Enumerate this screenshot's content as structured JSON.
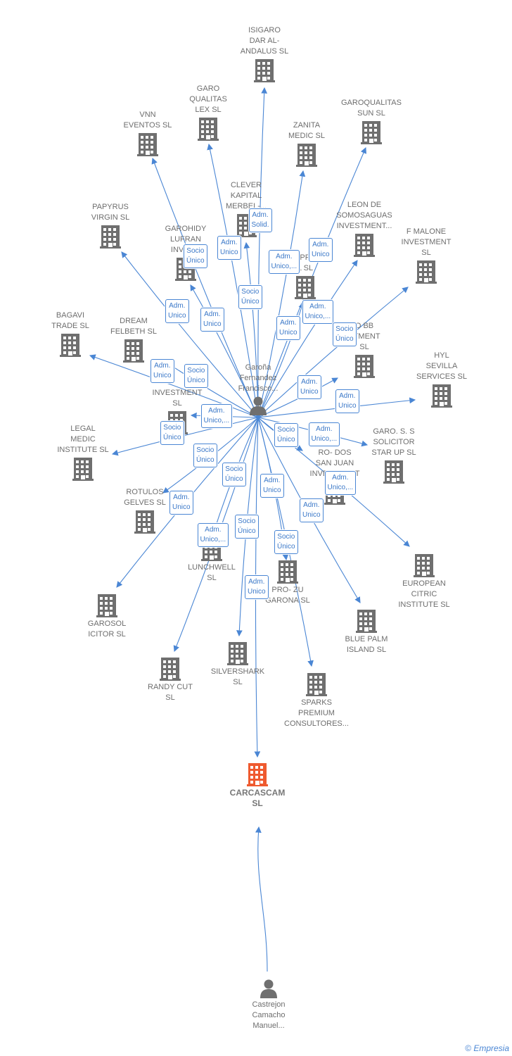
{
  "colors": {
    "building": "#6f6f6f",
    "target": "#ef5a2f",
    "person": "#6f6f6f",
    "edge": "#4a86d4"
  },
  "nodes": [
    {
      "id": "isigaro",
      "type": "company",
      "label": "ISIGARO DAR AL- ANDALUS SL",
      "lines": [
        "ISIGARO",
        "DAR AL-",
        "ANDALUS  SL"
      ]
    },
    {
      "id": "garo_qualitas",
      "type": "company",
      "label": "GARO QUALITAS LEX SL",
      "lines": [
        "GARO",
        "QUALITAS",
        "LEX  SL"
      ]
    },
    {
      "id": "vnn",
      "type": "company",
      "label": "VNN EVENTOS SL",
      "lines": [
        "VNN",
        "EVENTOS  SL"
      ]
    },
    {
      "id": "zanita",
      "type": "company",
      "label": "ZANITA MEDIC SL",
      "lines": [
        "ZANITA",
        "MEDIC  SL"
      ]
    },
    {
      "id": "garoqualitas_sun",
      "type": "company",
      "label": "GAROQUALITAS SUN SL",
      "lines": [
        "GAROQUALITAS",
        "SUN  SL"
      ]
    },
    {
      "id": "clever",
      "type": "company",
      "label": "CLEVER KAPITAL MERBEL-...",
      "lines": [
        "CLEVER",
        "KAPITAL",
        "MERBEL-..."
      ]
    },
    {
      "id": "papyrus",
      "type": "company",
      "label": "PAPYRUS VIRGIN SL",
      "lines": [
        "PAPYRUS",
        "VIRGIN  SL"
      ]
    },
    {
      "id": "leon",
      "type": "company",
      "label": "LEON DE SOMOSAGUAS INVESTMENT...",
      "lines": [
        "LEON DE",
        "SOMOSAGUAS",
        "INVESTMENT..."
      ]
    },
    {
      "id": "garohidy",
      "type": "company",
      "label": "GAROHIDY LUFRAN INVES...",
      "lines": [
        "GAROHIDY",
        "LUFRAN",
        "INVES..."
      ]
    },
    {
      "id": "pr",
      "type": "company",
      "label": "PR... L SL",
      "lines": [
        "PR",
        "L  SL"
      ]
    },
    {
      "id": "fmalone",
      "type": "company",
      "label": "F MALONE INVESTMENT SL",
      "lines": [
        "F MALONE",
        "INVESTMENT",
        "SL"
      ]
    },
    {
      "id": "bagavi",
      "type": "company",
      "label": "BAGAVI TRADE SL",
      "lines": [
        "BAGAVI",
        "TRADE  SL"
      ]
    },
    {
      "id": "dream",
      "type": "company",
      "label": "DREAM FELBETH SL",
      "lines": [
        "DREAM",
        "FELBETH  SL"
      ]
    },
    {
      "id": "bb",
      "type": "company",
      "label": "...O BB ...STMENT SL",
      "lines": [
        "O BB",
        "STMENT",
        "SL"
      ]
    },
    {
      "id": "hyl",
      "type": "company",
      "label": "HYL SEVILLA SERVICES SL",
      "lines": [
        "HYL",
        "SEVILLA",
        "SERVICES  SL"
      ]
    },
    {
      "id": "investment_sl",
      "type": "company",
      "label": "INVESTMENT SL",
      "lines": [
        "INVESTMENT",
        "SL"
      ]
    },
    {
      "id": "legal",
      "type": "company",
      "label": "LEGAL MEDIC INSTITUTE SL",
      "lines": [
        "LEGAL",
        "MEDIC",
        "INSTITUTE  SL"
      ]
    },
    {
      "id": "garo_solicitor",
      "type": "company",
      "label": "GARO. S. S SOLICITOR STAR UP SL",
      "lines": [
        "GARO.  S. S",
        "SOLICITOR",
        "STAR UP  SL"
      ]
    },
    {
      "id": "rodos",
      "type": "company",
      "label": "RO- DOS SAN JUAN INVESTMENT",
      "lines": [
        "RO- DOS",
        "SAN JUAN",
        "INVESTMENT"
      ]
    },
    {
      "id": "rotulos",
      "type": "company",
      "label": "ROTULOS GELVES SL",
      "lines": [
        "ROTULOS",
        "GELVES  SL"
      ]
    },
    {
      "id": "lunchwell",
      "type": "company",
      "label": "LUNCHWELL SL",
      "lines": [
        "LUNCHWELL",
        "SL"
      ]
    },
    {
      "id": "european",
      "type": "company",
      "label": "EUROPEAN CITRIC INSTITUTE SL",
      "lines": [
        "EUROPEAN",
        "CITRIC",
        "INSTITUTE  SL"
      ]
    },
    {
      "id": "garosol",
      "type": "company",
      "label": "GAROSOL ICITOR SL",
      "lines": [
        "GAROSOL",
        "ICITOR  SL"
      ]
    },
    {
      "id": "prozu",
      "type": "company",
      "label": "PRO- ZU GARONA SL",
      "lines": [
        "PRO- ZU",
        "GARONA SL"
      ]
    },
    {
      "id": "bluepalm",
      "type": "company",
      "label": "BLUE PALM ISLAND SL",
      "lines": [
        "BLUE PALM",
        "ISLAND  SL"
      ]
    },
    {
      "id": "randy",
      "type": "company",
      "label": "RANDY CUT SL",
      "lines": [
        "RANDY CUT",
        "SL"
      ]
    },
    {
      "id": "silvershark",
      "type": "company",
      "label": "SILVERSHARK SL",
      "lines": [
        "SILVERSHARK",
        "SL"
      ]
    },
    {
      "id": "sparks",
      "type": "company",
      "label": "SPARKS PREMIUM CONSULTORES...",
      "lines": [
        "SPARKS",
        "PREMIUM",
        "CONSULTORES..."
      ]
    },
    {
      "id": "carcascam",
      "type": "target",
      "label": "CARCASCAM SL",
      "lines": [
        "CARCASCAM",
        "SL"
      ]
    },
    {
      "id": "garona",
      "type": "person",
      "label": "Garoña Fernandez Francisco...",
      "lines": [
        "Garoña",
        "Fernandez",
        "Francisco..."
      ]
    },
    {
      "id": "castrejon",
      "type": "person",
      "label": "Castrejon Camacho Manuel...",
      "lines": [
        "Castrejon",
        "Camacho",
        "Manuel..."
      ]
    }
  ],
  "edges": [
    {
      "from": "garona",
      "to": "isigaro",
      "label": [
        "Adm.",
        "Solid."
      ]
    },
    {
      "from": "garona",
      "to": "garo_qualitas",
      "label": [
        "Adm.",
        "Unico"
      ]
    },
    {
      "from": "garona",
      "to": "vnn",
      "label": [
        "Socio",
        "Único"
      ]
    },
    {
      "from": "garona",
      "to": "zanita",
      "label": [
        "Adm.",
        "Unico,..."
      ]
    },
    {
      "from": "garona",
      "to": "garoqualitas_sun",
      "label": [
        "Adm.",
        "Unico"
      ]
    },
    {
      "from": "garona",
      "to": "clever",
      "label": [
        "Socio",
        "Único"
      ]
    },
    {
      "from": "garona",
      "to": "papyrus",
      "label": [
        "Adm.",
        "Unico"
      ]
    },
    {
      "from": "garona",
      "to": "garohidy",
      "label": [
        "Adm.",
        "Unico"
      ]
    },
    {
      "from": "garona",
      "to": "leon",
      "label": [
        "Adm.",
        "Unico,..."
      ]
    },
    {
      "from": "garona",
      "to": "pr",
      "label": [
        "Adm.",
        "Unico"
      ]
    },
    {
      "from": "garona",
      "to": "fmalone",
      "label": [
        "Socio",
        "Único"
      ]
    },
    {
      "from": "garona",
      "to": "bagavi",
      "label": [
        "Adm.",
        "Unico"
      ]
    },
    {
      "from": "garona",
      "to": "dream",
      "label": [
        "Socio",
        "Único"
      ]
    },
    {
      "from": "garona",
      "to": "bb",
      "label": [
        "Adm.",
        "Unico"
      ]
    },
    {
      "from": "garona",
      "to": "hyl",
      "label": [
        "Adm.",
        "Unico"
      ]
    },
    {
      "from": "garona",
      "to": "investment_sl",
      "label": [
        "Adm.",
        "Unico,..."
      ]
    },
    {
      "from": "garona",
      "to": "legal",
      "label": [
        "Socio",
        "Único"
      ]
    },
    {
      "from": "garona",
      "to": "garo_solicitor",
      "label": [
        "Adm.",
        "Unico,..."
      ]
    },
    {
      "from": "garona",
      "to": "rodos",
      "label": [
        "Socio",
        "Único"
      ]
    },
    {
      "from": "garona",
      "to": "rotulos",
      "label": [
        "Socio",
        "Único"
      ]
    },
    {
      "from": "garona",
      "to": "lunchwell",
      "label": [
        "Socio",
        "Único"
      ]
    },
    {
      "from": "garona",
      "to": "european",
      "label": [
        "Adm.",
        "Unico,..."
      ]
    },
    {
      "from": "garona",
      "to": "garosol",
      "label": [
        "Adm.",
        "Unico"
      ]
    },
    {
      "from": "garona",
      "to": "prozu",
      "label": [
        "Adm.",
        "Unico"
      ]
    },
    {
      "from": "garona",
      "to": "bluepalm",
      "label": [
        "Adm.",
        "Unico"
      ]
    },
    {
      "from": "garona",
      "to": "randy",
      "label": [
        "Adm.",
        "Unico,..."
      ]
    },
    {
      "from": "garona",
      "to": "silvershark",
      "label": [
        "Socio",
        "Único"
      ]
    },
    {
      "from": "garona",
      "to": "sparks",
      "label": [
        "Socio",
        "Único"
      ]
    },
    {
      "from": "garona",
      "to": "carcascam",
      "label": [
        "Socio",
        "Único"
      ]
    },
    {
      "from": "castrejon",
      "to": "carcascam",
      "label": [
        "Adm.",
        "Unico"
      ]
    }
  ],
  "footer": {
    "copyright_symbol": "©",
    "brand": "Empresia"
  }
}
